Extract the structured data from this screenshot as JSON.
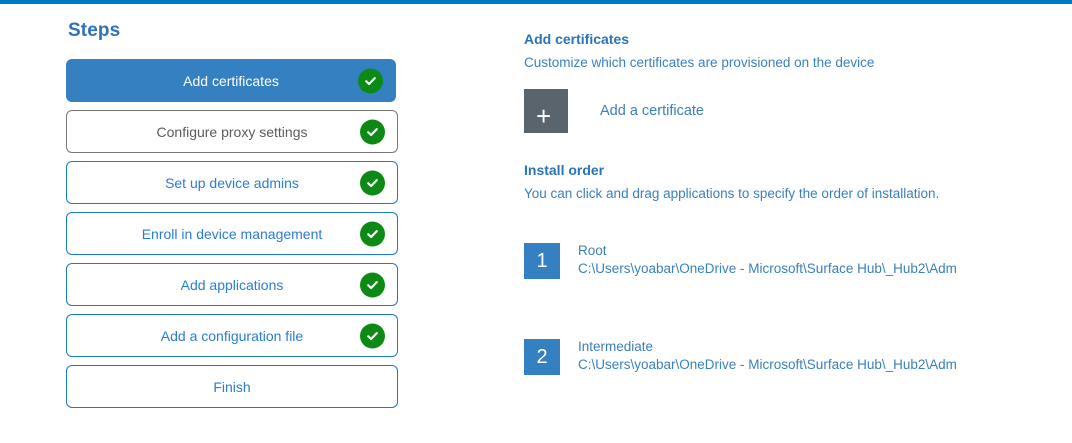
{
  "theme": {
    "accent_bar": "#0078c8",
    "active_step": "#3580c0",
    "link_blue": "#3a7fbf",
    "heading_blue": "#2a73b8",
    "check_green": "#0d8a16",
    "add_tile_gray": "#5a646c",
    "muted_border": "#767676"
  },
  "steps_panel": {
    "heading": "Steps",
    "items": [
      {
        "label": "Add certificates",
        "state": "active",
        "completed": true
      },
      {
        "label": "Configure proxy settings",
        "state": "muted",
        "completed": true
      },
      {
        "label": "Set up device admins",
        "state": "default",
        "completed": true
      },
      {
        "label": "Enroll in device management",
        "state": "default",
        "completed": true
      },
      {
        "label": "Add applications",
        "state": "default",
        "completed": true
      },
      {
        "label": "Add a configuration file",
        "state": "default",
        "completed": true
      },
      {
        "label": "Finish",
        "state": "default",
        "completed": false
      }
    ]
  },
  "detail": {
    "certificates": {
      "title": "Add certificates",
      "subtitle": "Customize which certificates are provisioned on the device",
      "add_label": "Add a certificate",
      "add_icon": "plus-icon",
      "plus_glyph": "+"
    },
    "install_order": {
      "title": "Install order",
      "subtitle": "You can click and drag applications to specify the order of installation.",
      "items": [
        {
          "number": "1",
          "name": "Root",
          "path": "C:\\Users\\yoabar\\OneDrive - Microsoft\\Surface Hub\\_Hub2\\Adm"
        },
        {
          "number": "2",
          "name": "Intermediate",
          "path": "C:\\Users\\yoabar\\OneDrive - Microsoft\\Surface Hub\\_Hub2\\Adm"
        }
      ]
    }
  }
}
